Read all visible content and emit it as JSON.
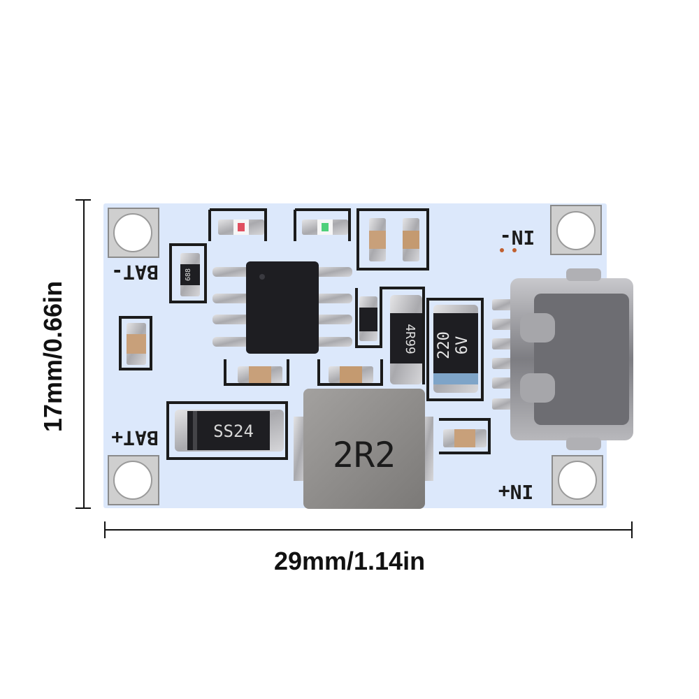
{
  "dimensions": {
    "width_label": "29mm/1.14in",
    "height_label": "17mm/0.66in"
  },
  "silkscreen": {
    "bat_minus": "BAT-",
    "bat_plus": "BAT+",
    "in_minus": "IN-",
    "in_plus": "IN+"
  },
  "components": {
    "diode_marking": "SS24",
    "inductor_marking": "2R2",
    "capacitor_marking_line1": "220",
    "capacitor_marking_line2": "6V",
    "resistor_marking": "4R99",
    "small_resistor_marking": "688"
  },
  "colors": {
    "board": "#dce8fb",
    "silkscreen": "#1b1b1b",
    "ic_body": "#1e1e22",
    "pad_metal": "#c9c9cb",
    "led_green": "#4fd07a",
    "led_red": "#e05060",
    "inductor": "#8f8d8b"
  }
}
